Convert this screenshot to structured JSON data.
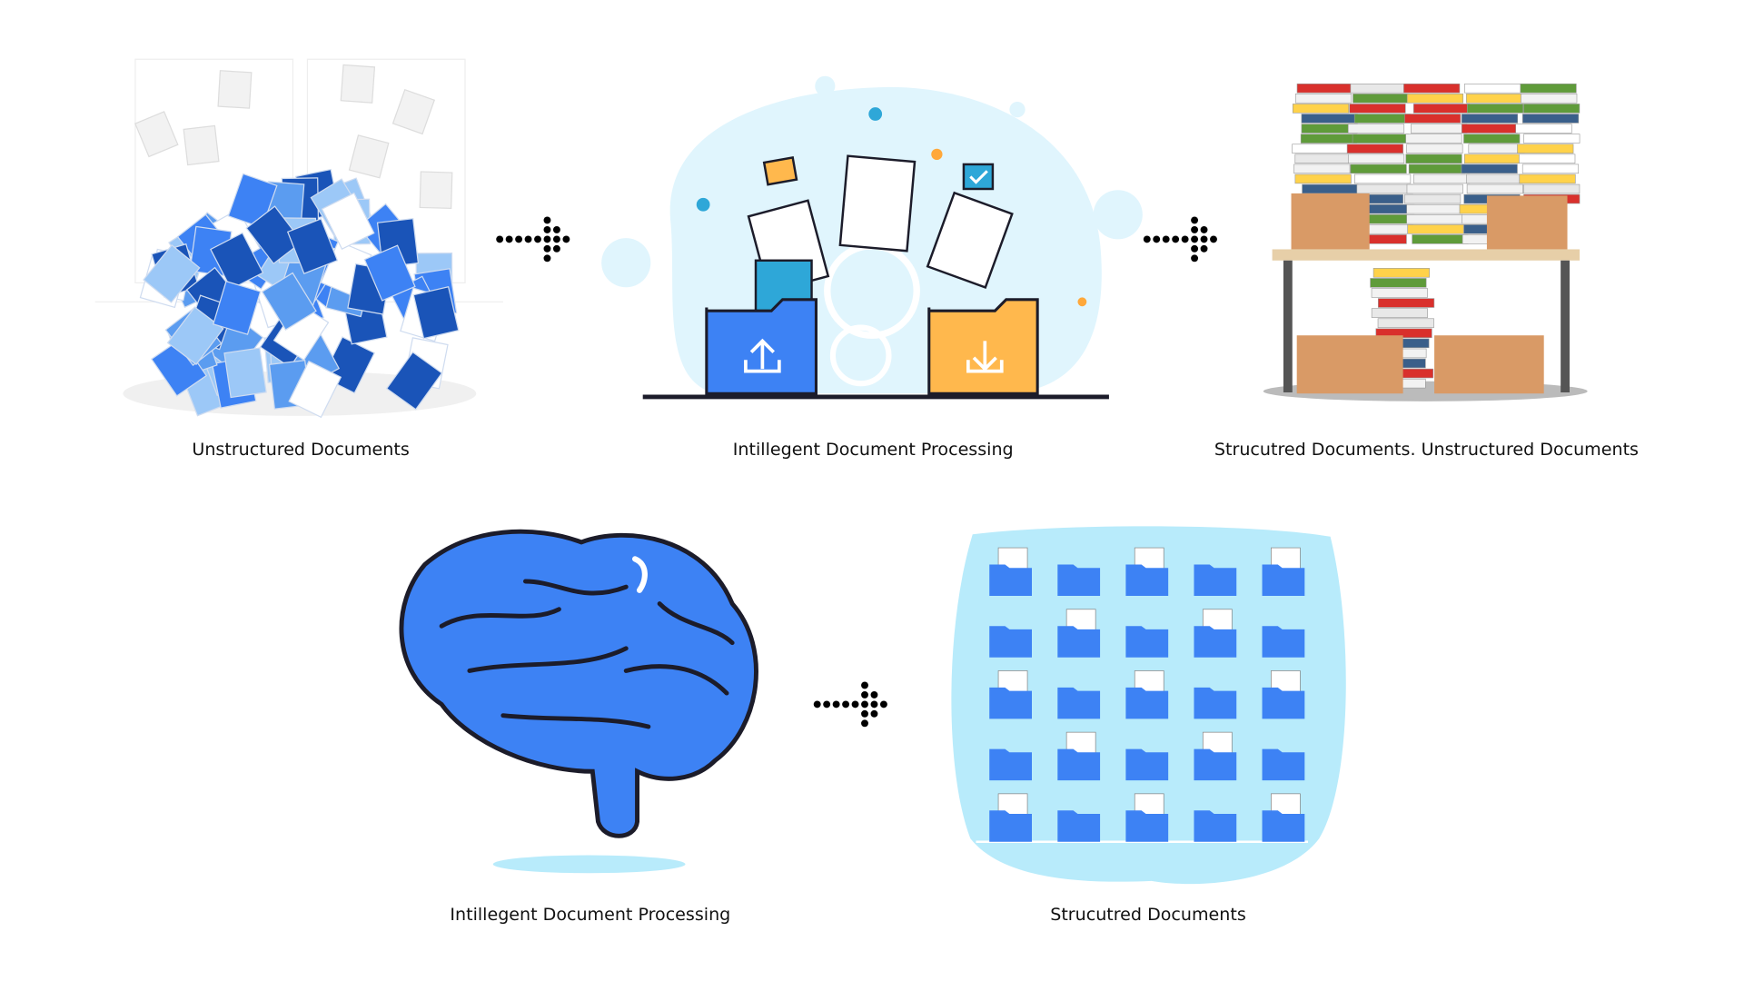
{
  "stages": [
    {
      "label": "Unstructured Documents"
    },
    {
      "label": "Intillegent Document Processing"
    },
    {
      "label": "Strucutred Documents. Unstructured Documents"
    },
    {
      "label": "Intillegent Document Processing"
    },
    {
      "label": "Strucutred Documents"
    }
  ],
  "colors": {
    "blue": "#3d82f4",
    "dark_blue": "#1a54b8",
    "light_blue": "#b8ebfb",
    "orange": "#ffb84d",
    "box": "#d99a66",
    "ink": "#1c1c2a"
  },
  "icons": [
    "upload-icon",
    "download-icon",
    "arrow-dots-icon",
    "check-icon"
  ]
}
